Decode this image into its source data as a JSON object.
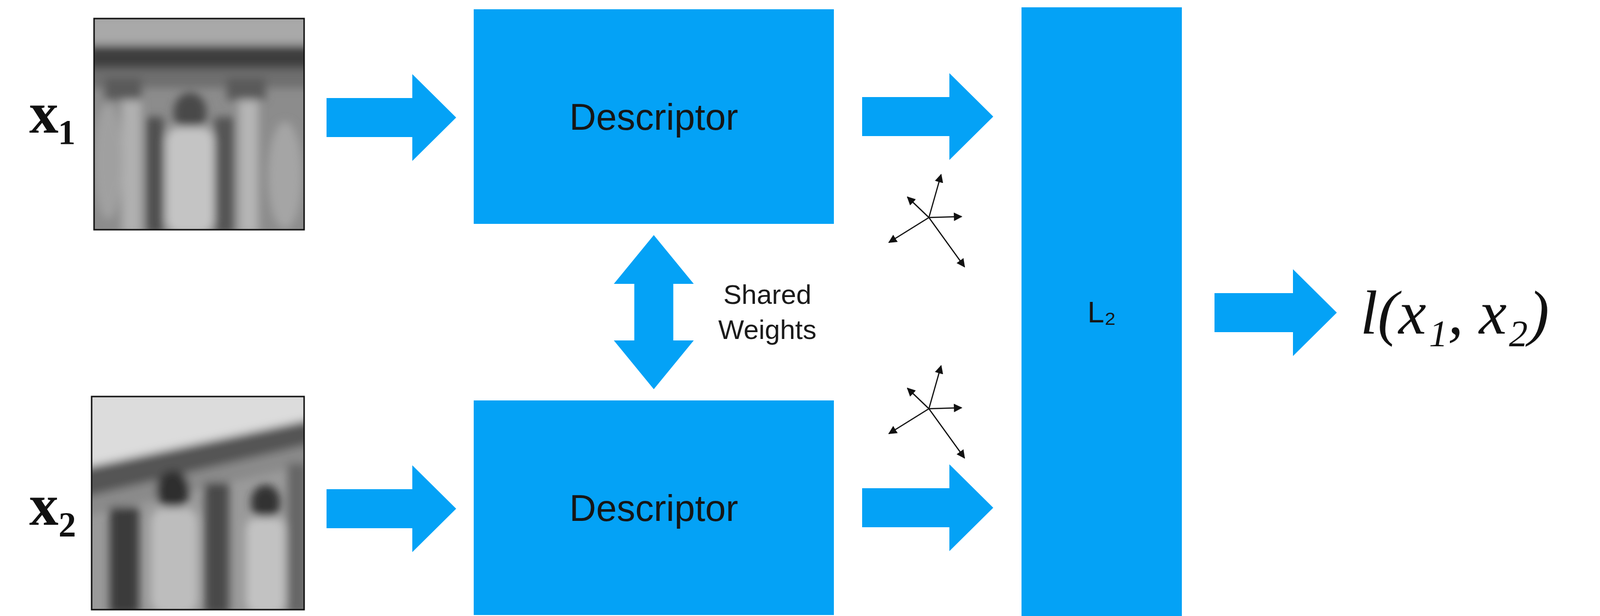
{
  "diagram": {
    "nodes": [
      {
        "text": [
          "Descriptor"
        ]
      },
      {
        "text": [
          "Descriptor"
        ]
      },
      {
        "text": [
          "L₂"
        ]
      }
    ],
    "edges": [
      {
        "from": 0,
        "to": 2,
        "arrow": "to"
      },
      {
        "from": 1,
        "to": 2,
        "arrow": "to"
      },
      {
        "from": 0,
        "to": 1,
        "arrow": "both",
        "label": "Shared Weights"
      }
    ],
    "labels": [
      "x₁",
      "x₂",
      "l(x₁, x₂)"
    ]
  }
}
